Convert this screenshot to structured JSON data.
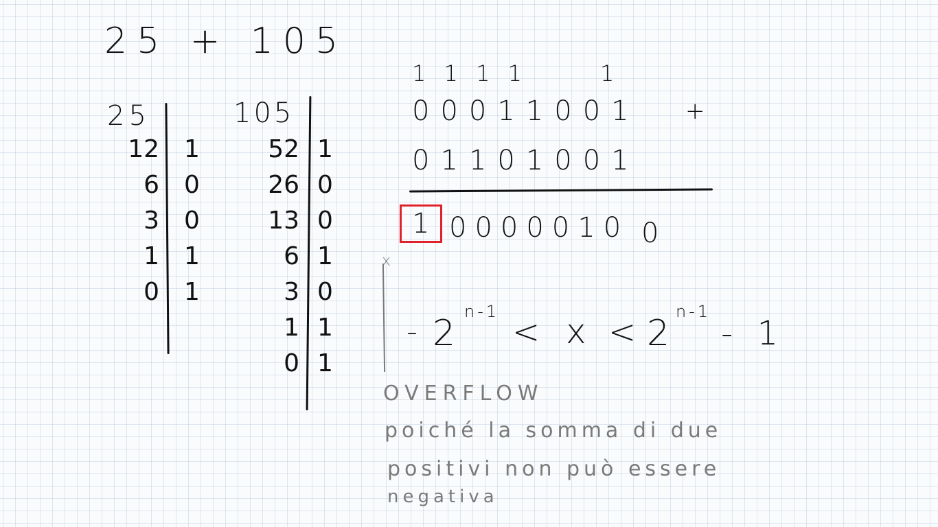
{
  "problem": {
    "title": "25 + 105"
  },
  "conversion_25": {
    "header": "25",
    "quotients": [
      "12",
      "6",
      "3",
      "1",
      "0"
    ],
    "remainders": [
      "1",
      "0",
      "0",
      "1",
      "1"
    ]
  },
  "conversion_105": {
    "header": "105",
    "quotients": [
      "52",
      "26",
      "13",
      "6",
      "3",
      "1",
      "0"
    ],
    "remainders": [
      "1",
      "0",
      "0",
      "1",
      "0",
      "1",
      "1"
    ]
  },
  "addition": {
    "carries_a": "1 1 1 1",
    "carries_b": "1",
    "operand1": "00011001",
    "plus": "+",
    "operand2": "01101001",
    "result_overflow_bit": "1",
    "result_rest": "0000010",
    "result_last": "0"
  },
  "range_formula": {
    "minus": "-",
    "base1": "2",
    "exp1": "n-1",
    "lt1": "<",
    "x": "x",
    "lt2": "<",
    "base2": "2",
    "exp2": "n-1",
    "tail": "- 1"
  },
  "note": {
    "marker": "x",
    "heading": "OVERFLOW",
    "line1": "poiché la somma di due",
    "line2": "positivi non può essere",
    "line3": "negativa"
  },
  "colors": {
    "ink": "#111111",
    "highlight_box": "#e0222a",
    "pencil": "#7a7a7a",
    "grid": "#a8bcd6"
  }
}
